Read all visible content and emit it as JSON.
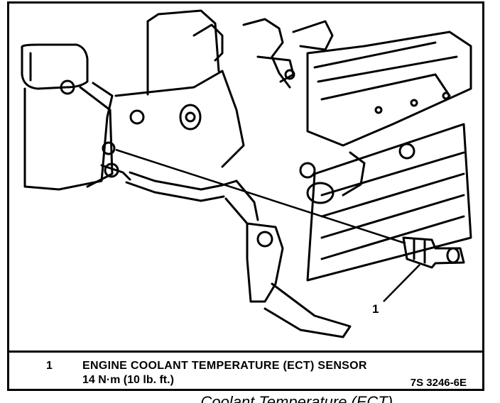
{
  "figure": {
    "callout_number": "1",
    "legend": {
      "number": "1",
      "title": "ENGINE COOLANT TEMPERATURE (ECT) SENSOR",
      "torque": "14 N·m (10 lb. ft.)"
    },
    "figure_code": "7S 3246-6E"
  },
  "trailing_text": "... Coolant Temperature (ECT)"
}
